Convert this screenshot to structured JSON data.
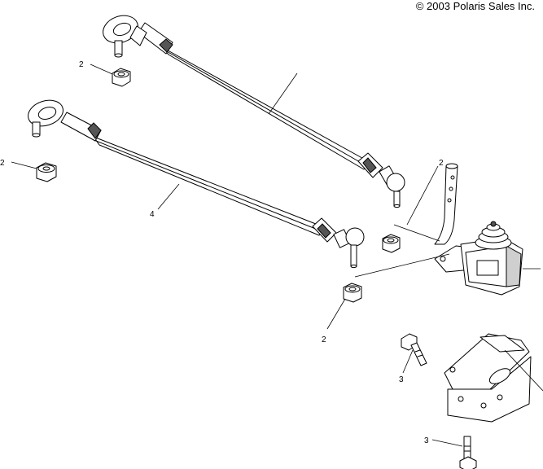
{
  "copyright": "© 2003 Polaris Sales Inc.",
  "callouts": {
    "nut_top": "2",
    "nut_left": "2",
    "tie_rod_lower": "4",
    "nut_mid": "2",
    "nut_bottom": "2",
    "bolt_upper": "3",
    "bolt_lower": "3"
  }
}
